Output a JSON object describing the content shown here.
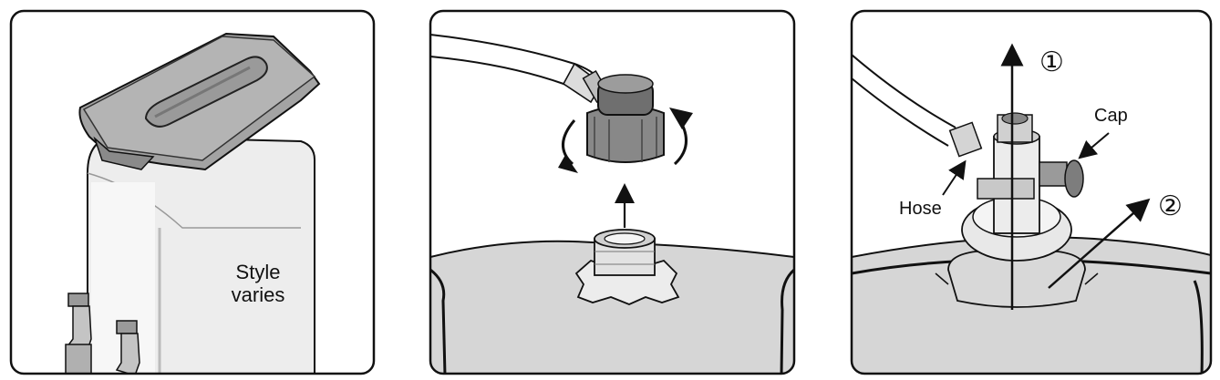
{
  "panels": [
    {
      "note_line1": "Style",
      "note_line2": "varies"
    },
    {},
    {
      "cap_label": "Cap",
      "hose_label": "Hose",
      "step1": "①",
      "step2": "②"
    }
  ],
  "colors": {
    "outline": "#111111",
    "metal_light": "#e8e8e8",
    "metal_mid": "#c8c8c8",
    "metal_dark": "#8f8f8f",
    "lid": "#9a9a9a",
    "cap": "#7a7a7a"
  }
}
